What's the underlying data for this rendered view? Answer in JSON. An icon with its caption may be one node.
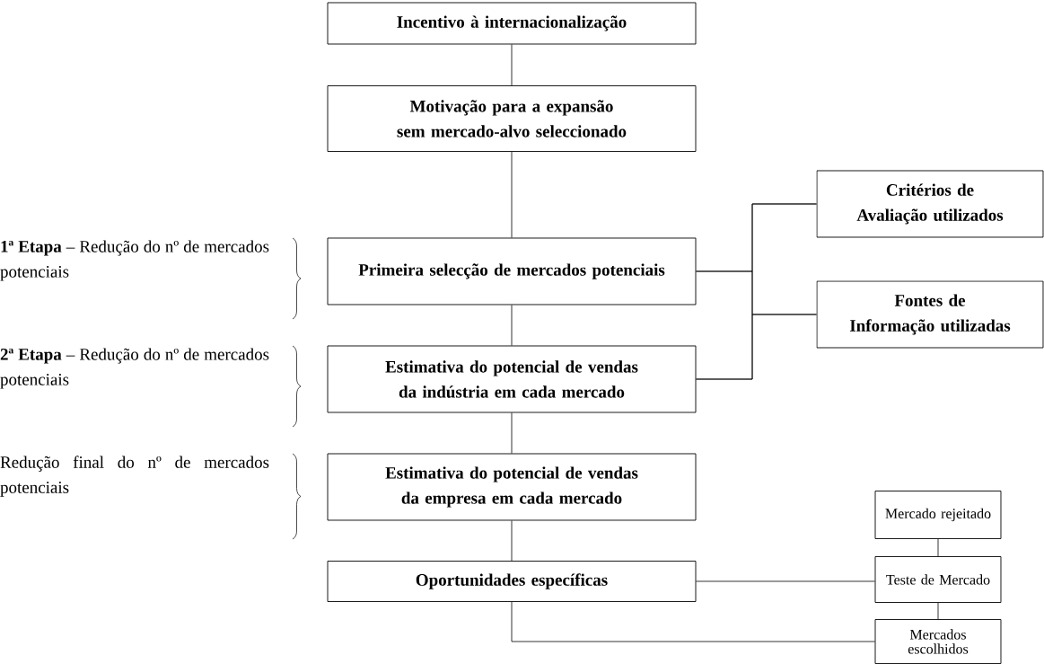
{
  "diagram": {
    "nodes": [
      {
        "text": [
          "Incentivo à internacionalização"
        ]
      },
      {
        "text": [
          "Motivação para a expansão sem mercado-alvo seleccionado"
        ]
      },
      {
        "text": [
          "Primeira selecção de mercados potenciais"
        ]
      },
      {
        "text": [
          "Estimativa do potencial de vendas da indústria em cada mercado"
        ]
      },
      {
        "text": [
          "Estimativa do potencial de vendas da empresa em cada mercado"
        ]
      },
      {
        "text": [
          "Oportunidades específicas"
        ]
      },
      {
        "text": [
          "Critérios de Avaliação utilizados"
        ]
      },
      {
        "text": [
          "Fontes de Informação utilizadas"
        ]
      },
      {
        "text": [
          "Mercado rejeitado"
        ]
      },
      {
        "text": [
          "Teste de Mercado"
        ]
      },
      {
        "text": [
          "Mercados escolhidos"
        ]
      }
    ],
    "edges": [
      {
        "from": 0,
        "to": 1,
        "arrow": "none"
      },
      {
        "from": 1,
        "to": 2,
        "arrow": "none"
      },
      {
        "from": 2,
        "to": 3,
        "arrow": "none"
      },
      {
        "from": 3,
        "to": 4,
        "arrow": "none"
      },
      {
        "from": 4,
        "to": 5,
        "arrow": "none"
      },
      {
        "from": 2,
        "to": 6,
        "arrow": "none"
      },
      {
        "from": 2,
        "to": 7,
        "arrow": "none"
      },
      {
        "from": 3,
        "to": 6,
        "arrow": "none"
      },
      {
        "from": 3,
        "to": 7,
        "arrow": "none"
      },
      {
        "from": 5,
        "to": 9,
        "arrow": "none"
      },
      {
        "from": 5,
        "to": 10,
        "arrow": "none"
      },
      {
        "from": 9,
        "to": 8,
        "arrow": "none"
      },
      {
        "from": 9,
        "to": 10,
        "arrow": "none"
      }
    ],
    "labels": [
      "**1ª Etapa** – Redução do nº de mercados potenciais",
      "**2ª Etapa** – Redução do nº de mercados potenciais",
      "Redução final do nº de mercados potenciais"
    ]
  }
}
